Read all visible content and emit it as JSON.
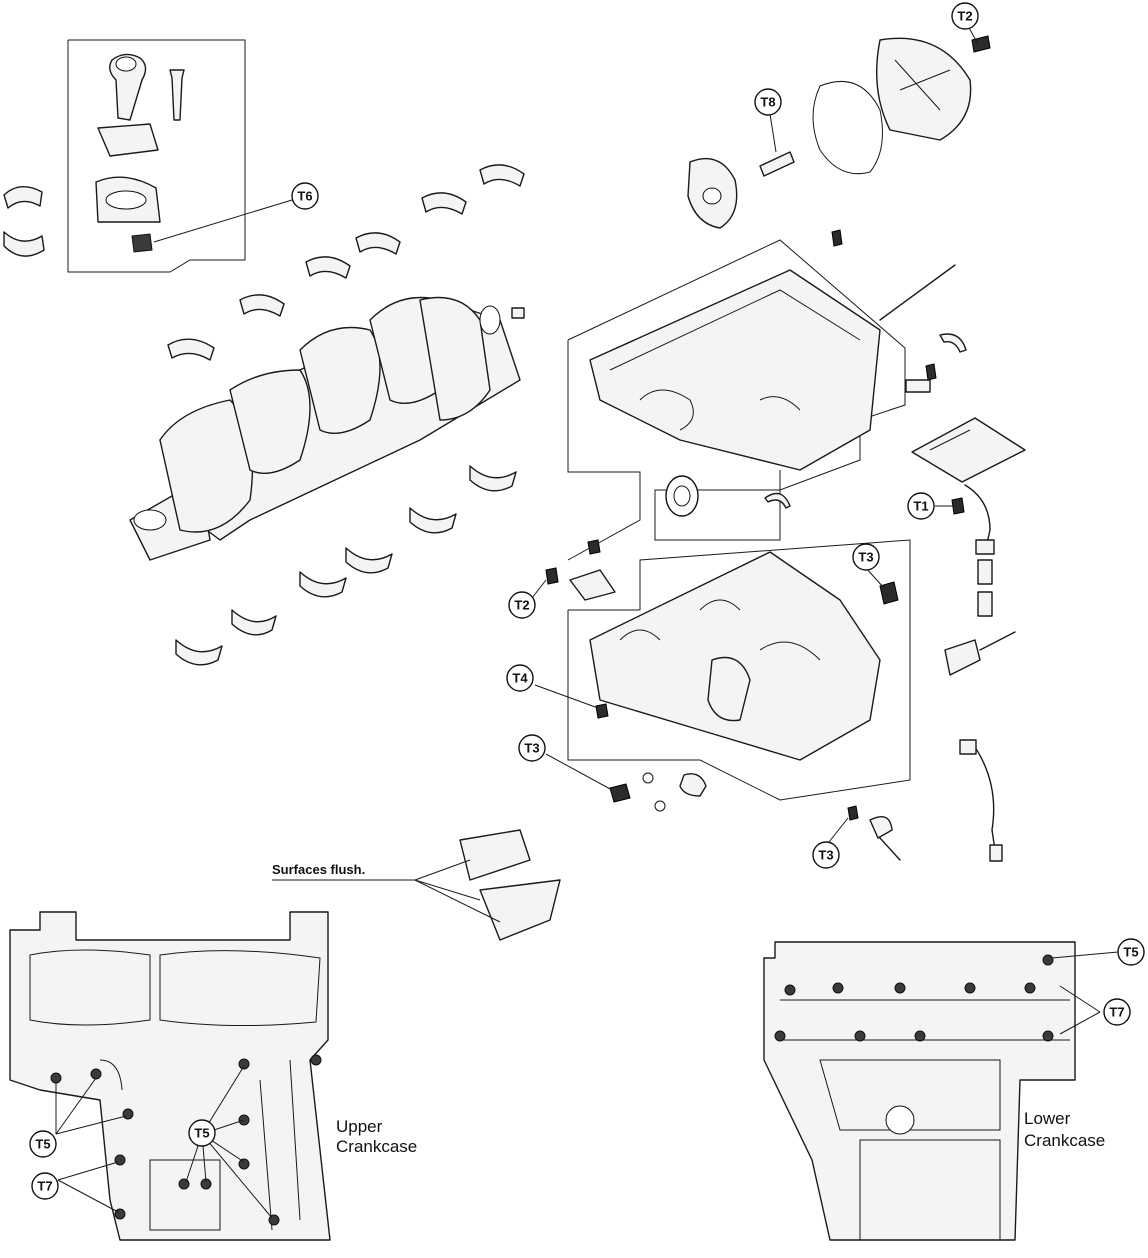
{
  "torque_labels": {
    "t1": "T1",
    "t2": "T2",
    "t3": "T3",
    "t4": "T4",
    "t5": "T5",
    "t6": "T6",
    "t7": "T7",
    "t8": "T8"
  },
  "captions": {
    "upper_line1": "Upper",
    "upper_line2": "Crankcase",
    "lower_line1": "Lower",
    "lower_line2": "Crankcase",
    "surfaces_note": "Surfaces flush."
  }
}
